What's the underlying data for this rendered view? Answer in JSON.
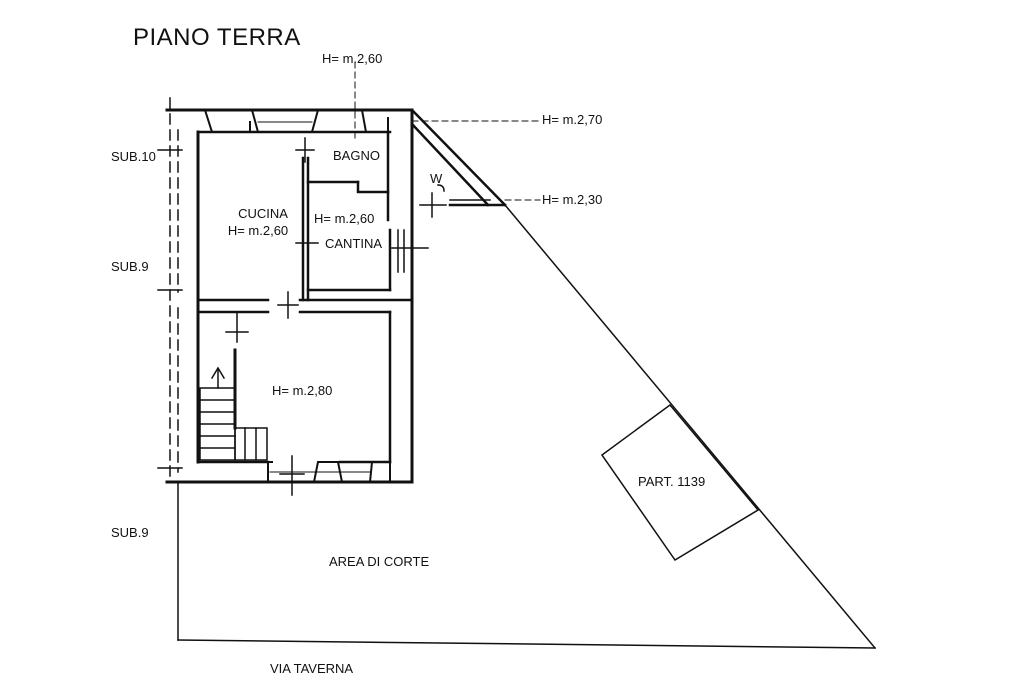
{
  "title": "PIANO TERRA",
  "heights": {
    "top": "H= m.2,60",
    "right_upper": "H= m.2,70",
    "right_lower": "H= m.2,30",
    "cantina": "H= m.2,60",
    "cucina": "H= m.2,60",
    "main_room": "H= m.2,80"
  },
  "rooms": {
    "bagno": "BAGNO",
    "cucina": "CUCINA",
    "cantina": "CANTINA",
    "wc": "W"
  },
  "subs": [
    "SUB.10",
    "SUB.9",
    "SUB.9"
  ],
  "parcel": "PART. 1139",
  "courtyard": "AREA DI CORTE",
  "street": "VIA TAVERNA",
  "colors": {
    "ink": "#111111",
    "paper": "#ffffff"
  }
}
